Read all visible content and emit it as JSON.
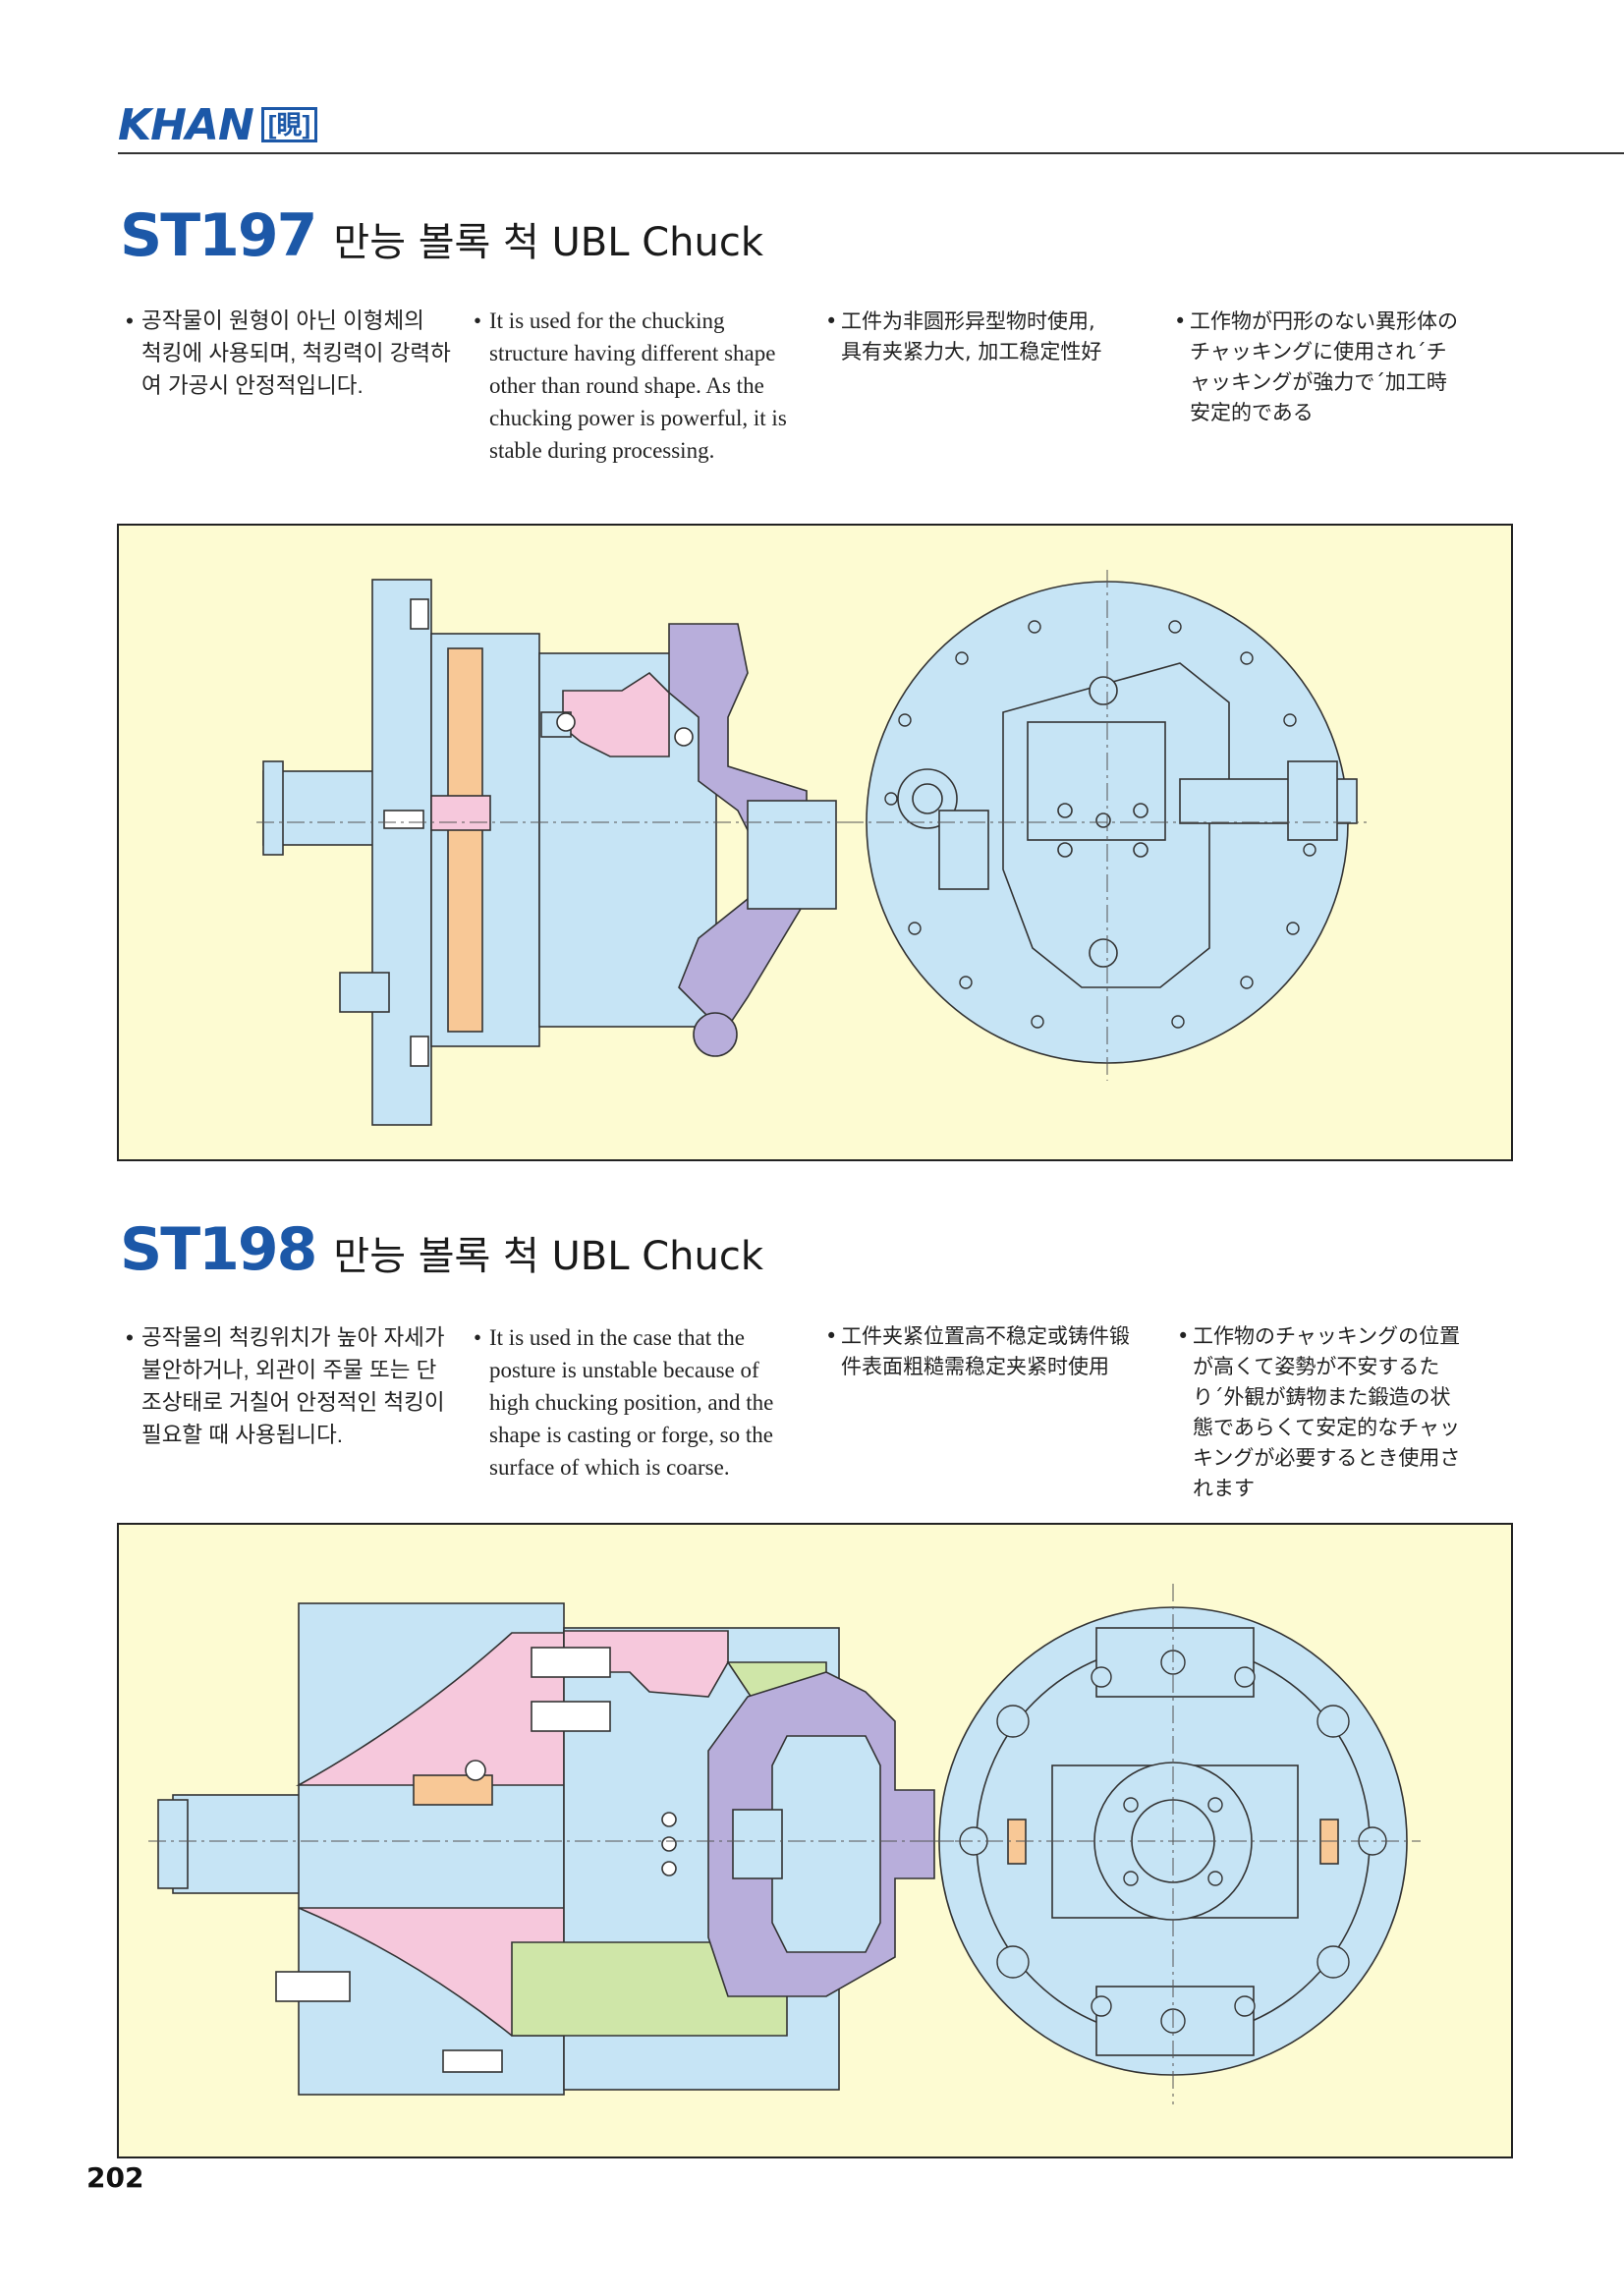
{
  "brand": {
    "logo_text": "KHAN",
    "logo_badge": "[睍]"
  },
  "sections": [
    {
      "code": "ST197",
      "name": "만능 볼록 척 UBL Chuck",
      "desc_ko": [
        "공작물이 원형이 아닌 이형체의",
        "척킹에 사용되며, 척킹력이 강력하",
        "여 가공시 안정적입니다."
      ],
      "desc_en": [
        "It is used for the chucking",
        "structure having different shape",
        "other than round shape. As the",
        "chucking power is powerful, it is",
        "stable during processing."
      ],
      "desc_zh": [
        "工件为非圆形异型物时使用,",
        "具有夹紧力大,  加工稳定性好"
      ],
      "desc_ja": [
        "工作物が円形のない異形体の",
        "チャッキングに使用され´チ",
        "ャッキングが強力で´加工時",
        "安定的である"
      ]
    },
    {
      "code": "ST198",
      "name": "만능 볼록 척 UBL Chuck",
      "desc_ko": [
        "공작물의 척킹위치가 높아 자세가",
        "불안하거나, 외관이 주물 또는 단",
        "조상태로 거칠어 안정적인 척킹이",
        "필요할 때 사용됩니다."
      ],
      "desc_en": [
        "It is used in the case that the",
        "posture is unstable because of",
        "high chucking  position, and the",
        "shape is casting or forge, so the",
        "surface of which is coarse."
      ],
      "desc_zh": [
        "工件夹紧位置高不稳定或铸件锻",
        "件表面粗糙需稳定夹紧时使用"
      ],
      "desc_ja": [
        "工作物のチャッキングの位置",
        "が高くて姿勢が不安するた",
        "り´外観が鋳物また鍛造の状",
        "態であらくて安定的なチャッ",
        "キングが必要するとき使用さ",
        "れます"
      ]
    }
  ],
  "page_number": "202",
  "colors": {
    "accent": "#1c58a8",
    "panel_bg": "#fdfbd2",
    "part_blue": "#c6e4f5",
    "part_orange": "#f8c896",
    "part_pink": "#f6c8dc",
    "part_purple": "#b8aedb",
    "part_green": "#cfe6a8"
  }
}
